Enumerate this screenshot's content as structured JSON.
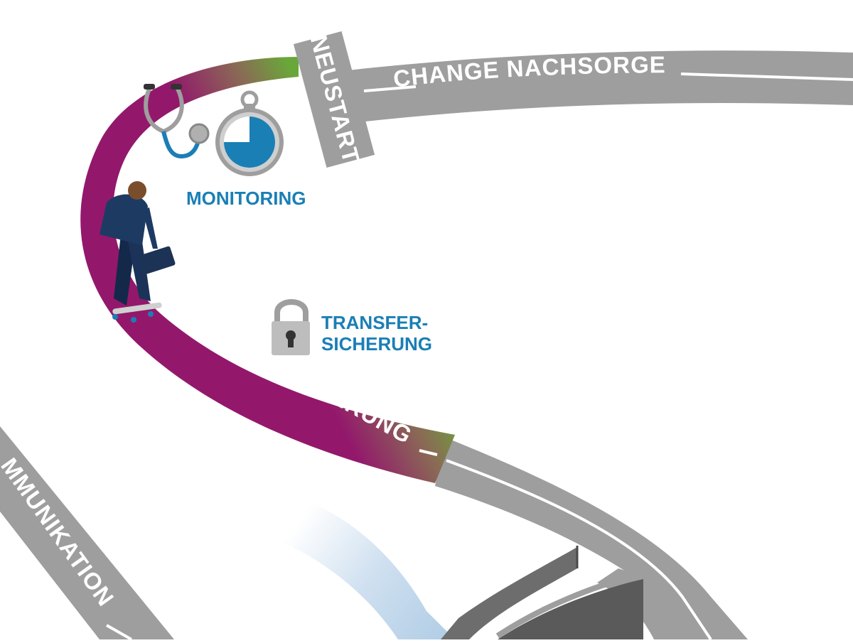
{
  "labels": {
    "change_nachsorge": "CHANGE NACHSORGE",
    "neustart": "NEUSTART",
    "monitoring": "MONITORING",
    "transfer_line1": "TRANSFER-",
    "transfer_line2": "SICHERUNG",
    "stabilisierung": "STABILISIERUNG",
    "kommunikation": "MMUNIKATION"
  },
  "icons": {
    "stethoscope": "stethoscope-icon",
    "stopwatch": "stopwatch-icon",
    "padlock": "padlock-icon",
    "person": "businessman-skateboard-icon"
  },
  "colors": {
    "road_gray": "#9e9e9e",
    "road_purple": "#93186c",
    "road_green": "#6aa73a",
    "accent_blue": "#1a7fb5",
    "river_blue": "#a9c8e3",
    "bridge_gray": "#6d6d6d"
  }
}
